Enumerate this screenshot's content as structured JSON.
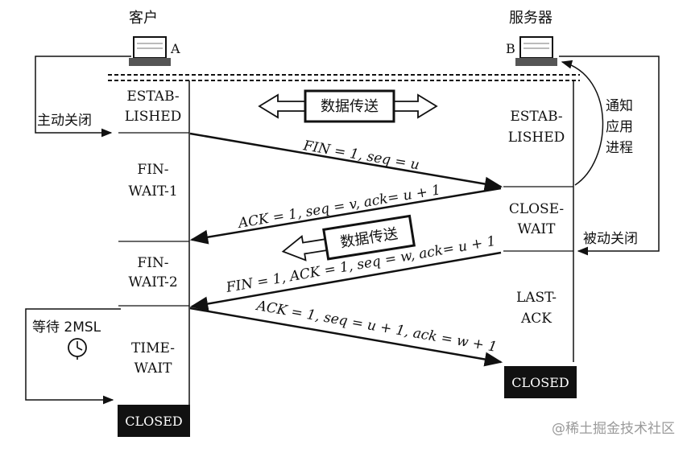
{
  "client": {
    "title": "客户",
    "host_label": "A"
  },
  "server": {
    "title": "服务器",
    "host_label": "B"
  },
  "client_states": [
    "ESTAB-",
    "LISHED",
    "FIN-",
    "WAIT-1",
    "FIN-",
    "WAIT-2",
    "TIME-",
    "WAIT",
    "CLOSED"
  ],
  "server_states": [
    "ESTAB-",
    "LISHED",
    "CLOSE-",
    "WAIT",
    "LAST-",
    "ACK",
    "CLOSED"
  ],
  "side_labels": {
    "active_close": "主动关闭",
    "passive_close": "被动关闭",
    "notify_app": [
      "通知",
      "应用",
      "进程"
    ],
    "wait_2msl": "等待 2MSL"
  },
  "data_transfer": [
    "数据传送",
    "数据传送"
  ],
  "messages": [
    "FIN = 1, seq = u",
    "ACK = 1, seq = v, ack= u + 1",
    "FIN = 1, ACK = 1, seq = w, ack= u + 1",
    "ACK = 1, seq = u + 1, ack = w + 1"
  ],
  "watermark": "@稀土掘金技术社区",
  "colors": {
    "ink": "#111111",
    "closed_bg": "#111111",
    "closed_fg": "#ffffff",
    "watermark": "#9a9a9a"
  },
  "icons": [
    "computer-icon",
    "clock-icon"
  ]
}
